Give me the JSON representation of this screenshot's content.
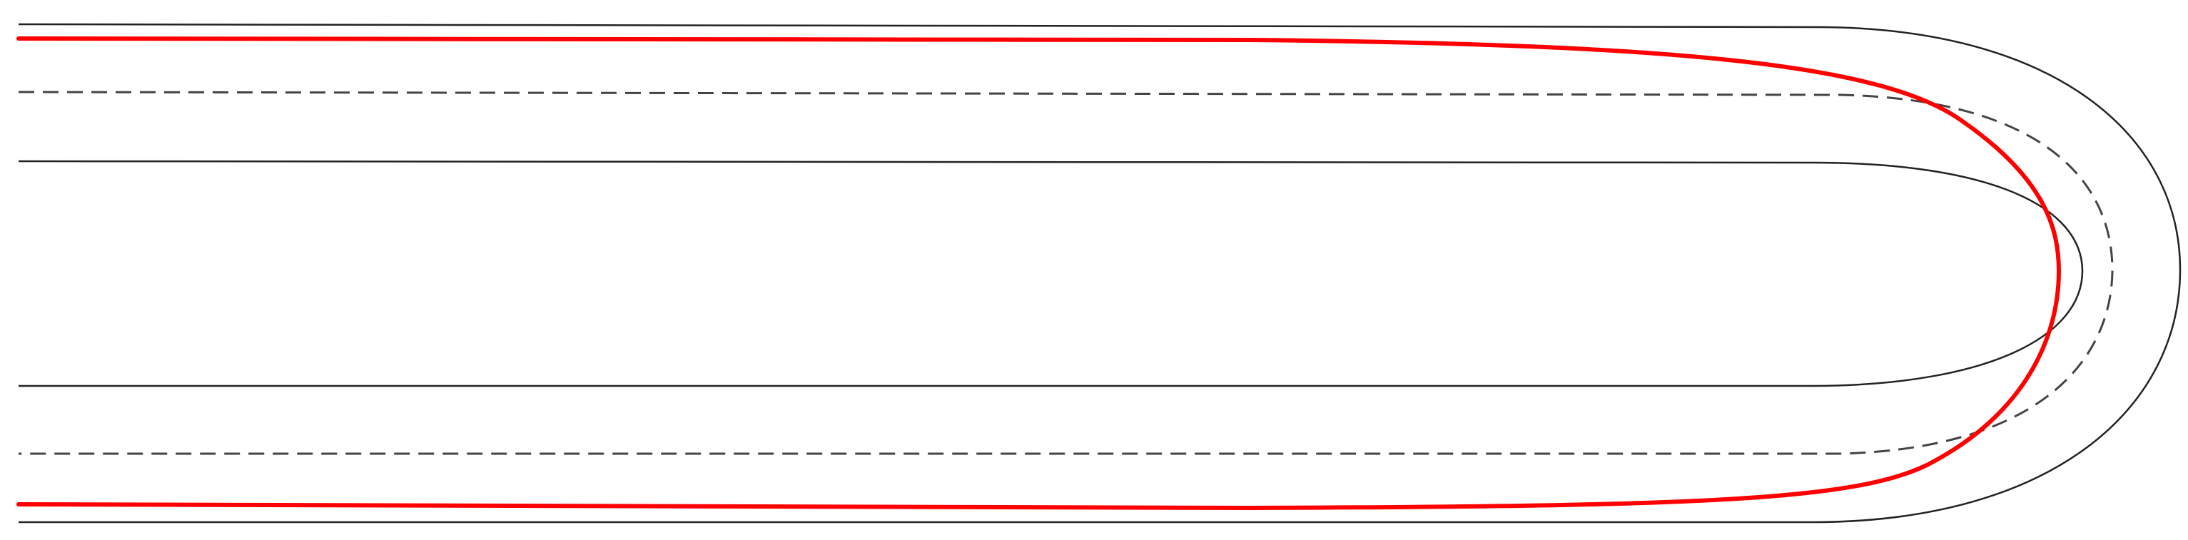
{
  "diagram": {
    "type": "hairpin-track-racing-line",
    "colors": {
      "background": "#ffffff",
      "track_edge": "#222222",
      "center_line": "#444444",
      "racing_line": "#ff0000"
    },
    "elements": [
      {
        "name": "outer-track-edge",
        "style": "solid"
      },
      {
        "name": "inner-track-edge",
        "style": "solid"
      },
      {
        "name": "track-center-line",
        "style": "dashed"
      },
      {
        "name": "racing-line",
        "style": "solid"
      }
    ]
  }
}
